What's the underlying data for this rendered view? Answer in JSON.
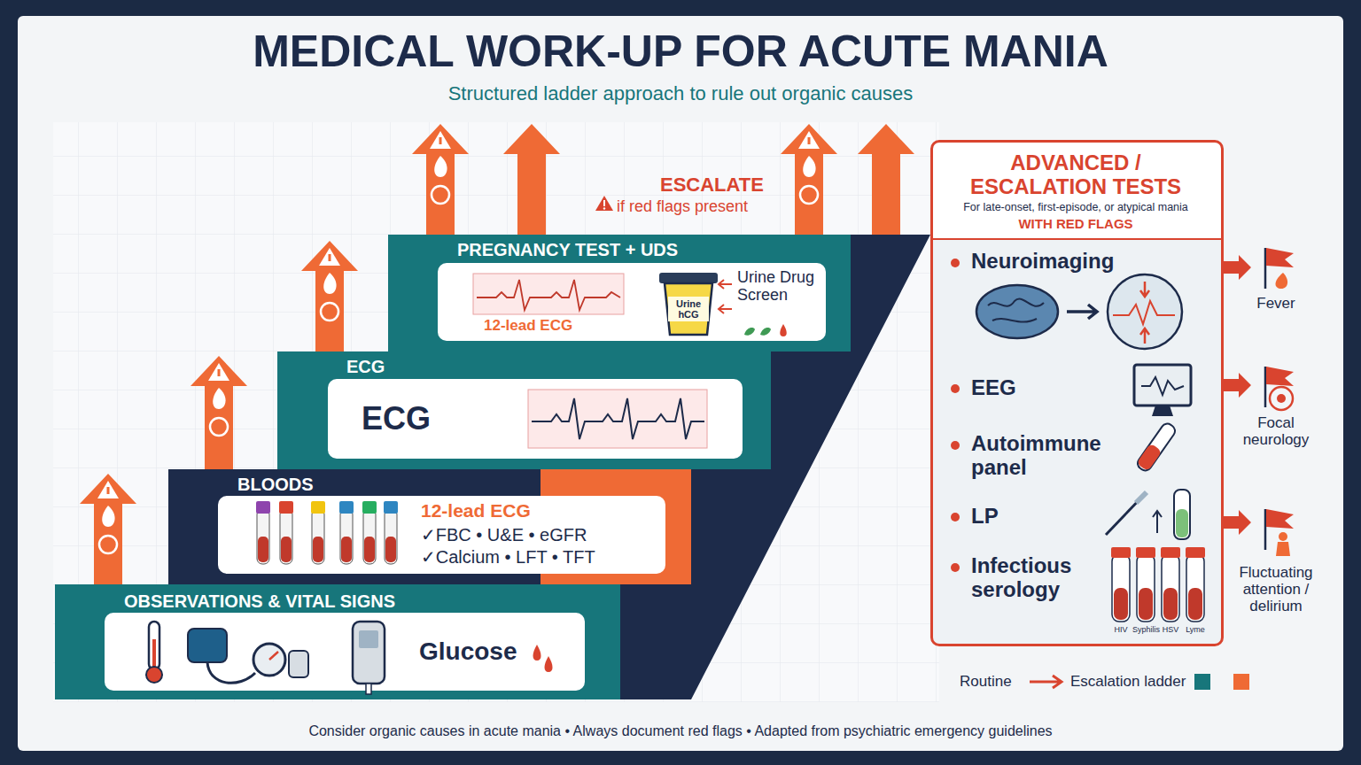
{
  "diagram": {
    "title": "MEDICAL WORK-UP FOR ACUTE MANIA",
    "caption": "Consider organic causes in acute mania • Always document red flags • Adapted from psychiatric emergency guidelines",
    "nodes": [
      {
        "text": [
          "OBSERVATIONS & VITAL SIGNS"
        ]
      },
      {
        "text": [
          "Glucose"
        ],
        "in": 0
      },
      {
        "text": [
          "BLOODS"
        ]
      },
      {
        "text": [
          "12-lead ECG",
          "✓FBC • U&E • eGFR",
          "✓Calcium • LFT • TFT"
        ],
        "in": 2
      },
      {
        "text": [
          "ECG"
        ]
      },
      {
        "text": [
          "ECG"
        ],
        "in": 4
      },
      {
        "text": [
          "PREGNANCY TEST + UDS"
        ]
      },
      {
        "text": [
          "12-lead ECG",
          "Urine hCG",
          "Urine Drug Screen"
        ],
        "in": 6
      },
      {
        "text": [
          "ADVANCED / ESCALATION TESTS",
          "For late-onset, first-episode, or atypical mania",
          "WITH RED FLAGS"
        ]
      }
    ],
    "labels": [
      "Structured ladder approach to rule out organic causes",
      "ESCALATE",
      "if red flags present",
      "Neuroimaging",
      "EEG",
      "Autoimmune panel",
      "LP",
      "Infectious serology",
      "HIV",
      "Syphilis",
      "HSV",
      "Lyme",
      "Fever",
      "Focal neurology",
      "Fluctuating attention / delirium"
    ],
    "legend": [
      {
        "text": "Routine"
      },
      {
        "text": "Escalation ladder",
        "color": "#17767b"
      }
    ]
  }
}
